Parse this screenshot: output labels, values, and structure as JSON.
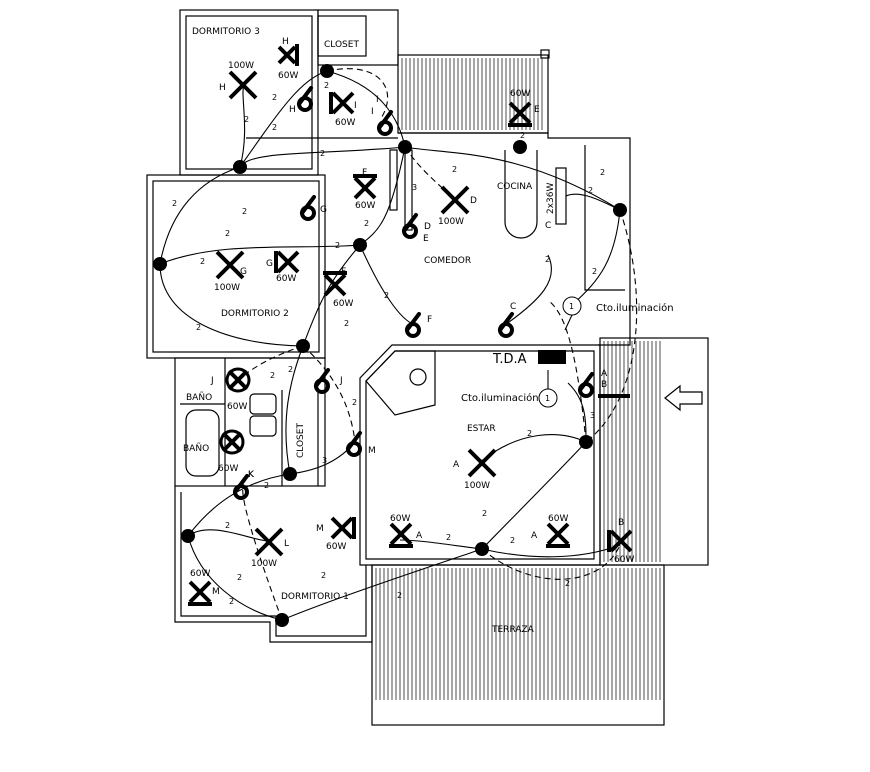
{
  "rooms": {
    "dormitorio3": "DORMITORIO 3",
    "closet_top": "CLOSET",
    "cocina": "COCINA",
    "comedor": "COMEDOR",
    "dormitorio2": "DORMITORIO 2",
    "bano1": "BAÑO",
    "bano2": "BAÑO",
    "closet_mid": "CLOSET",
    "estar": "ESTAR",
    "dormitorio1": "DORMITORIO 1",
    "terraza": "TERRAZA"
  },
  "panel": {
    "tda": "T.D.A",
    "circuit_label": "Cto.iluminación",
    "circuit_label_2": "Cto.iluminación",
    "circuit_num": "1",
    "circuit_num_2": "1"
  },
  "fixtures": {
    "h_w": "100W",
    "h_letter": "H",
    "h_wall_w": "60W",
    "h_wall_letter": "H",
    "i_w": "60W",
    "i_letter": "I",
    "e_w": "60W",
    "e_letter": "E",
    "f_w": "60W",
    "f_letter": "F",
    "d_w": "100W",
    "d_letter": "D",
    "c_tube": "2x36W",
    "c_letter": "C",
    "g_w": "100W",
    "g_letter": "G",
    "g_wall_w": "60W",
    "g_wall_letter": "G",
    "f2_w": "60W",
    "f2_letter": "F",
    "j_w": "60W",
    "j_letter": "J",
    "k_w": "60W",
    "k_letter": "K",
    "a_w": "100W",
    "a_letter": "A",
    "m_w": "60W",
    "m_letter": "M",
    "l_w": "100W",
    "l_letter": "L",
    "m2_w": "60W",
    "m2_letter": "M",
    "a2_w": "60W",
    "a2_letter": "A",
    "a3_w": "60W",
    "a3_letter": "A",
    "b_w": "60W",
    "b_letter": "B"
  },
  "switches": {
    "h": "H",
    "i": "I",
    "i2": "I",
    "e": "E",
    "d": "D",
    "g": "G",
    "f": "F",
    "c": "C",
    "j": "J",
    "m": "M",
    "k": "K",
    "a": "A",
    "b": "B"
  },
  "wire_counts": {
    "n2": "2",
    "n3": "3"
  }
}
